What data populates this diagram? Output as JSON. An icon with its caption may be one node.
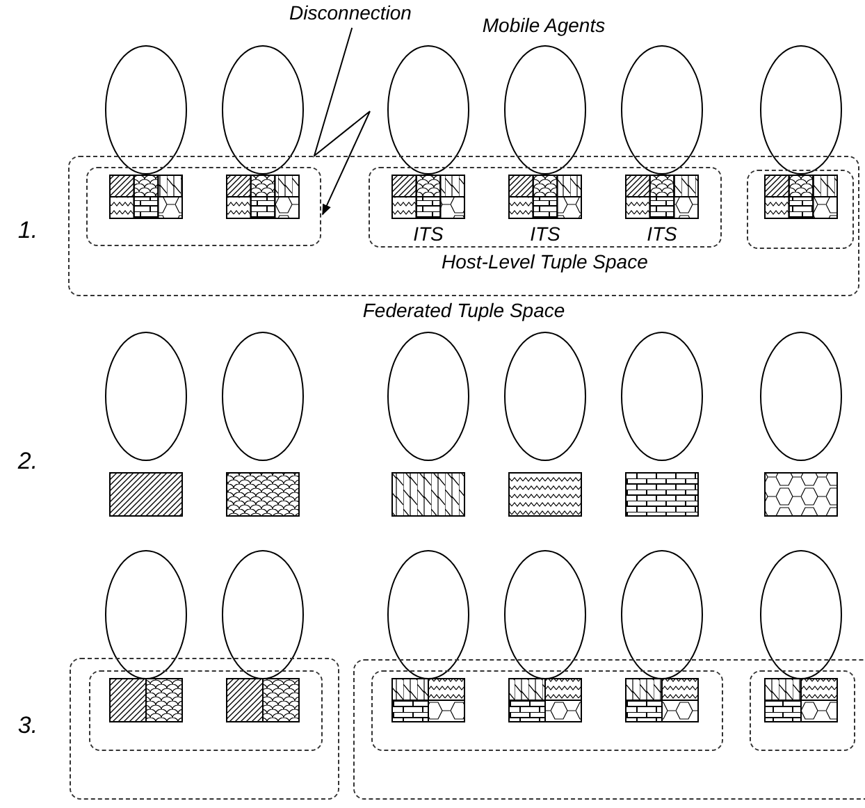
{
  "diagram": {
    "nodes": [
      {
        "text": [
          "Disconnection"
        ]
      },
      {
        "text": [
          "Federated Tuple Space"
        ]
      },
      {
        "text": [],
        "shape": "box",
        "in": 1
      },
      {
        "text": [
          "Host-Level Tuple Space"
        ],
        "in": 1
      },
      {
        "text": [],
        "shape": "box",
        "in": 1
      },
      {
        "text": [],
        "shape": "box"
      },
      {
        "text": [],
        "shape": "box",
        "in": 5
      },
      {
        "text": [],
        "shape": "box"
      },
      {
        "text": [],
        "shape": "box",
        "in": 7
      },
      {
        "text": [],
        "shape": "box",
        "in": 7
      }
    ],
    "edges": [
      {
        "from": 0,
        "to": 2,
        "arrow": "to"
      }
    ],
    "labels": [
      "Mobile Agents",
      "1.",
      "ITS",
      "ITS",
      "ITS",
      "2.",
      "3."
    ]
  }
}
